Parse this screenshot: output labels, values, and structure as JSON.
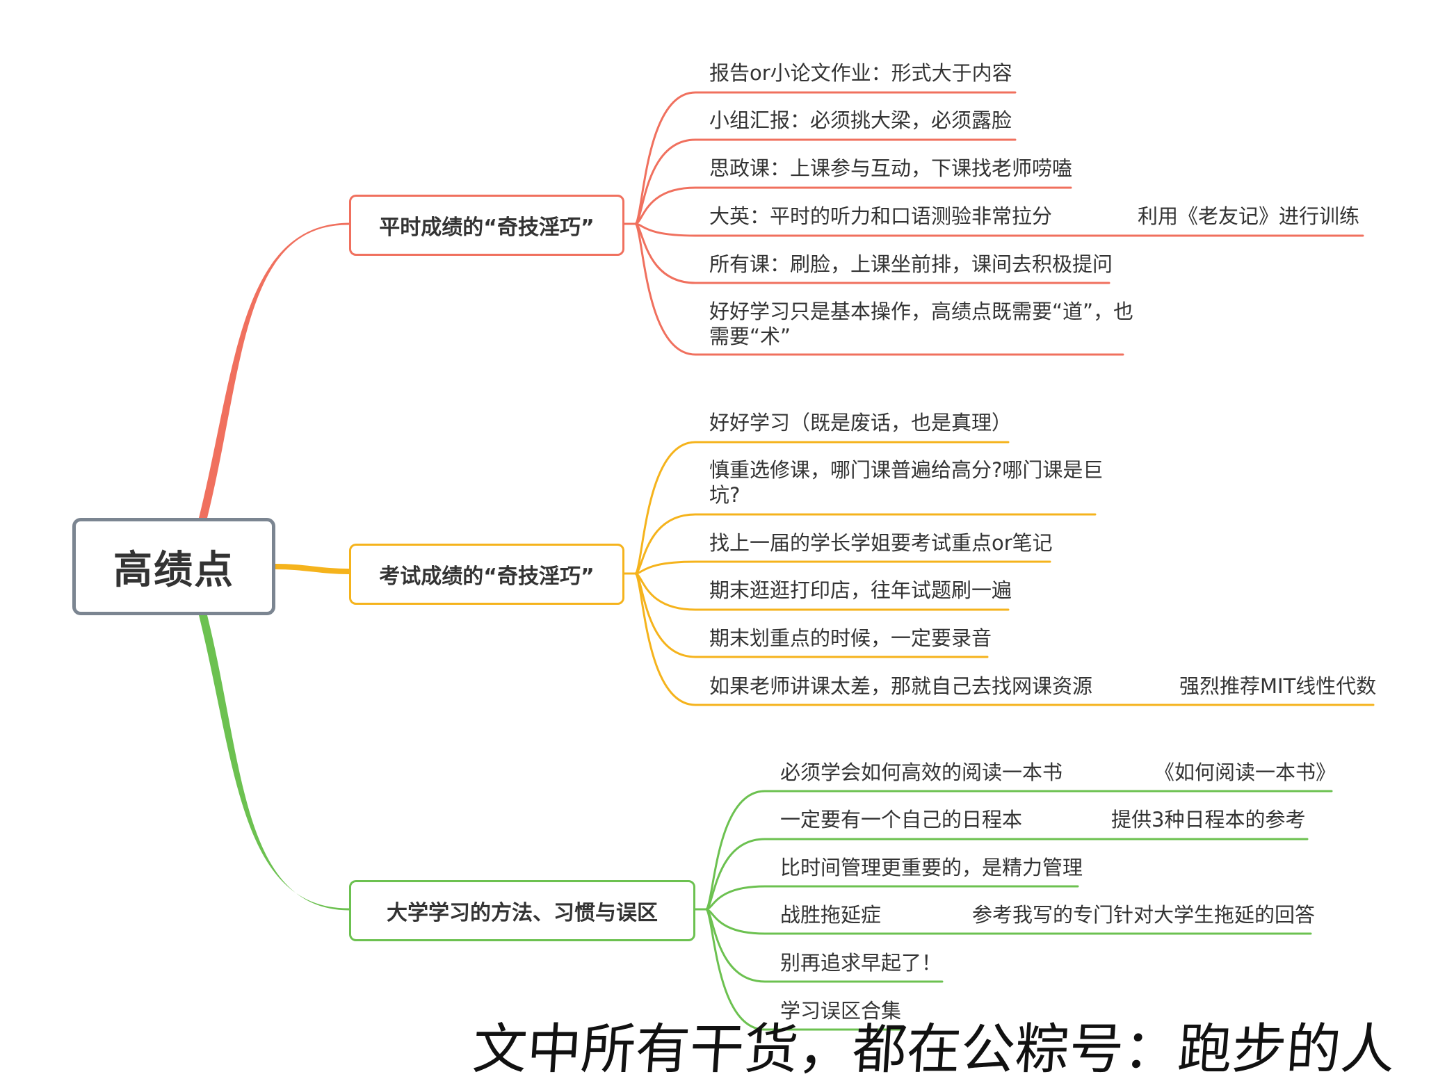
{
  "root": {
    "label": "高绩点"
  },
  "branches": [
    {
      "label": "平时成绩的“奇技淫巧”",
      "color": "#f0705e",
      "items": [
        {
          "text": "报告or小论文作业：形式大于内容"
        },
        {
          "text": "小组汇报：必须挑大梁，必须露脸"
        },
        {
          "text": "思政课：上课参与互动，下课找老师唠嗑"
        },
        {
          "text": "大英：平时的听力和口语测验非常拉分",
          "note": "利用《老友记》进行训练"
        },
        {
          "text": "所有课：刷脸，上课坐前排，课间去积极提问"
        },
        {
          "text": "好好学习只是基本操作，高绩点既需要“道”，也",
          "text2": "需要“术”"
        }
      ]
    },
    {
      "label": "考试成绩的“奇技淫巧”",
      "color": "#f5b31c",
      "items": [
        {
          "text": "好好学习（既是废话，也是真理）"
        },
        {
          "text": "慎重选修课，哪门课普遍给高分?哪门课是巨",
          "text2": "坑?"
        },
        {
          "text": "找上一届的学长学姐要考试重点or笔记"
        },
        {
          "text": "期末逛逛打印店，往年试题刷一遍"
        },
        {
          "text": "期末划重点的时候，一定要录音"
        },
        {
          "text": "如果老师讲课太差，那就自己去找网课资源",
          "note": "强烈推荐MIT线性代数"
        }
      ]
    },
    {
      "label": "大学学习的方法、习惯与误区",
      "color": "#6cc150",
      "items": [
        {
          "text": "必须学会如何高效的阅读一本书",
          "note": "《如何阅读一本书》"
        },
        {
          "text": "一定要有一个自己的日程本",
          "note": "提供3种日程本的参考"
        },
        {
          "text": "比时间管理更重要的，是精力管理"
        },
        {
          "text": "战胜拖延症",
          "note": "参考我写的专门针对大学生拖延的回答"
        },
        {
          "text": "别再追求早起了！"
        },
        {
          "text": "学习误区合集"
        }
      ]
    }
  ],
  "banner": "文中所有干货，都在公粽号：跑步的人"
}
